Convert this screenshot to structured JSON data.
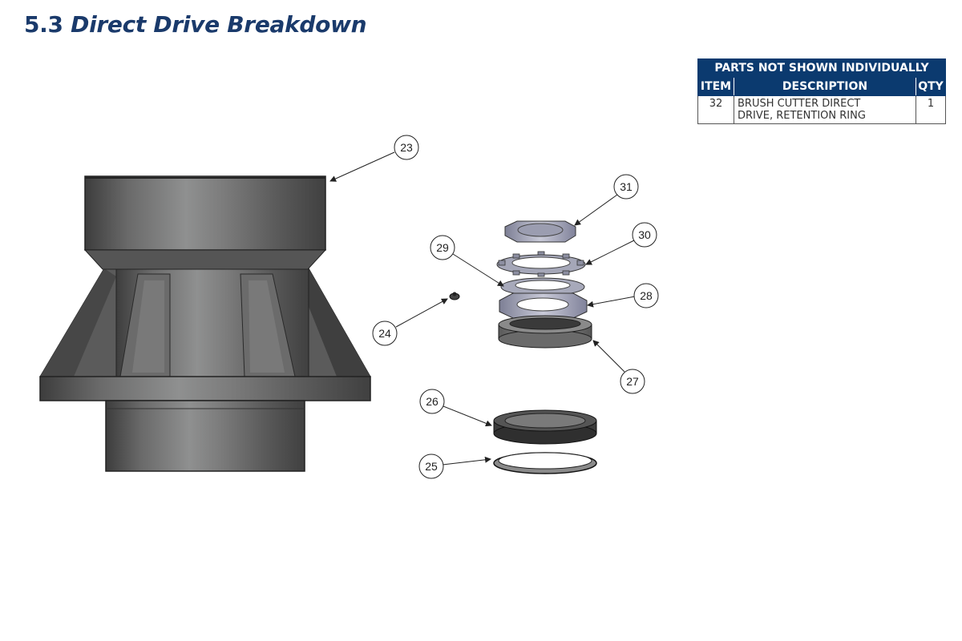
{
  "section_number": "5.3",
  "section_title": "Direct Drive Breakdown",
  "parts_table": {
    "title": "PARTS NOT SHOWN INDIVIDUALLY",
    "headers": {
      "item": "ITEM",
      "description": "DESCRIPTION",
      "qty": "QTY"
    },
    "rows": [
      {
        "item": "32",
        "description_line1": "BRUSH CUTTER DIRECT",
        "description_line2": "DRIVE, RETENTION RING",
        "qty": "1"
      }
    ]
  },
  "callouts": [
    "23",
    "24",
    "25",
    "26",
    "27",
    "28",
    "29",
    "30",
    "31"
  ]
}
